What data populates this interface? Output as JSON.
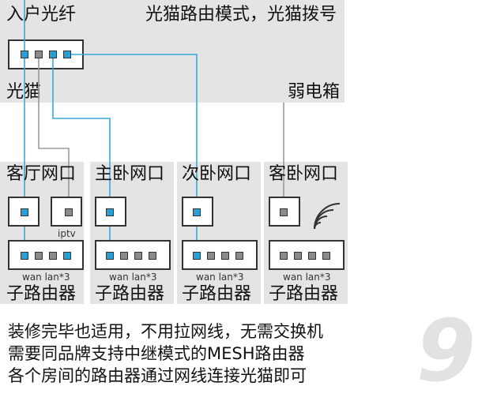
{
  "top": {
    "left_label": "入户光纤",
    "right_label": "光猫路由模式，光猫拨号",
    "modem_label": "光猫",
    "cabinet_label": "弱电箱"
  },
  "rooms": [
    {
      "name": "客厅网口",
      "footer": "子路由器",
      "ports_label": "wan lan*3",
      "extra_label": "iptv"
    },
    {
      "name": "主卧网口",
      "footer": "子路由器",
      "ports_label": "wan lan*3"
    },
    {
      "name": "次卧网口",
      "footer": "子路由器",
      "ports_label": "wan lan*3"
    },
    {
      "name": "客卧网口",
      "footer": "子路由器",
      "ports_label": "wan lan*3"
    }
  ],
  "description": [
    "装修完毕也适用，不用拉网线，无需交换机",
    "需要同品牌支持中继模式的MESH路由器",
    "各个房间的路由器通过网线连接光猫即可"
  ],
  "page_number": "9",
  "colors": {
    "wire_blue": "#3aa8d8",
    "wire_gray": "#9a9a9a",
    "port_blue": "#2a9fd6",
    "port_gray": "#8a8a8a",
    "panel": "#e4e4e4"
  },
  "icons": {
    "wireless": "wifi-signal-icon"
  }
}
